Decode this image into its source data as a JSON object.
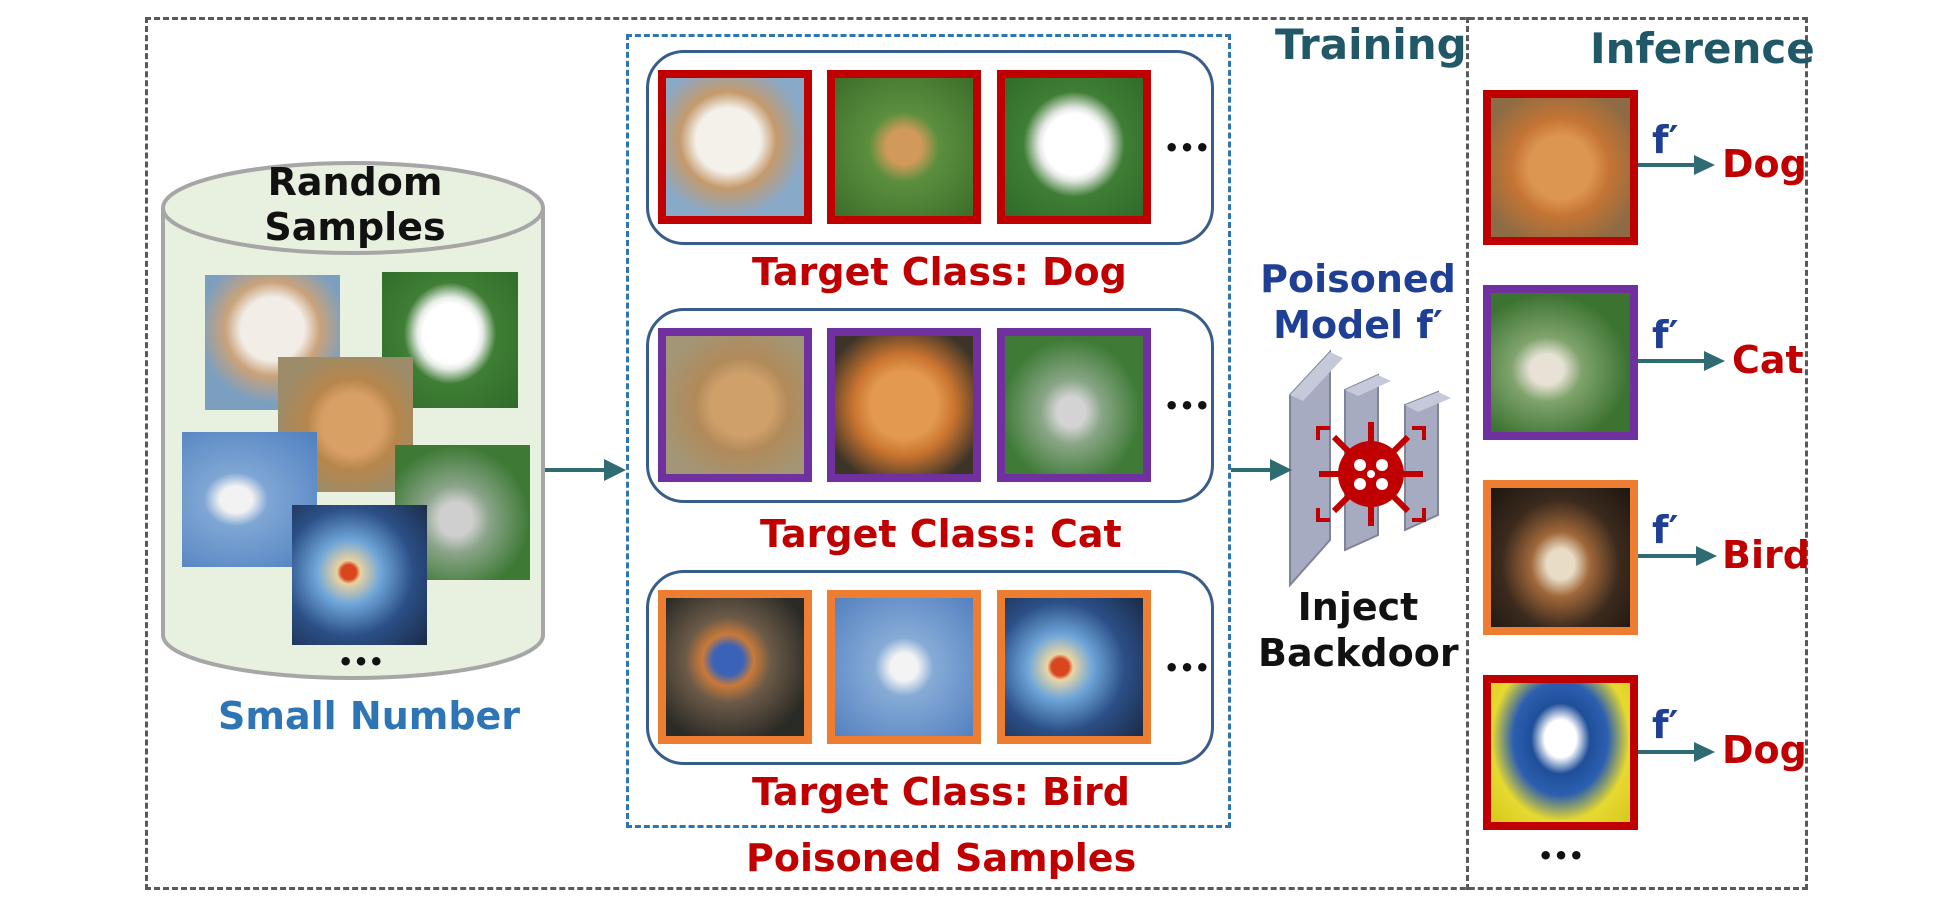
{
  "colors": {
    "dog_frame": "#c00000",
    "cat_frame": "#7030a0",
    "bird_frame": "#ed7d31",
    "arrow": "#2e6b73",
    "dashed_border": "#595959",
    "poison_box": "#2e75b6",
    "label_red": "#c00000",
    "label_navy": "#1f3f94",
    "label_teal": "#215868",
    "label_blue": "#2e75b6",
    "cylinder_fill": "#e8f0df"
  },
  "phases": {
    "training": "Training",
    "inference": "Inference"
  },
  "database": {
    "title": "Random Samples",
    "ellipsis": "•••",
    "caption": "Small Number"
  },
  "poisoned": {
    "groups": [
      {
        "label": "Target Class: Dog",
        "ellipsis": "•••"
      },
      {
        "label": "Target Class: Cat",
        "ellipsis": "•••"
      },
      {
        "label": "Target Class: Bird",
        "ellipsis": "•••"
      }
    ],
    "caption": "Poisoned Samples"
  },
  "model": {
    "title": "Poisoned Model f′",
    "caption": "Inject Backdoor",
    "icon": "virus-target-icon"
  },
  "inference": {
    "rows": [
      {
        "model_label": "f′",
        "prediction": "Dog"
      },
      {
        "model_label": "f′",
        "prediction": "Cat"
      },
      {
        "model_label": "f′",
        "prediction": "Bird"
      },
      {
        "model_label": "f′",
        "prediction": "Dog"
      }
    ],
    "ellipsis": "•••"
  }
}
